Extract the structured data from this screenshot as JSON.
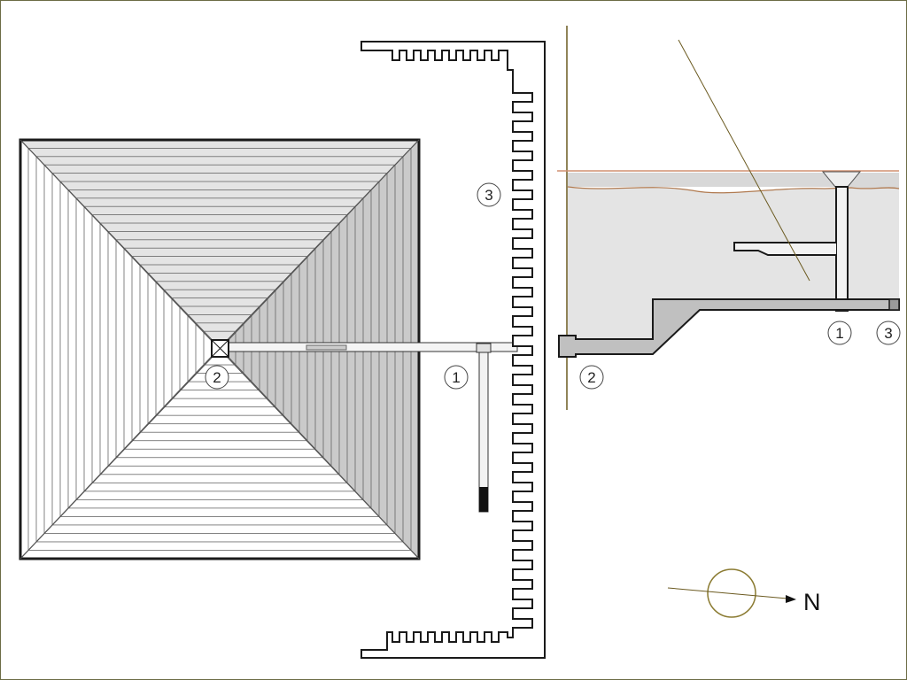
{
  "labels": {
    "plan_1": "1",
    "plan_2": "2",
    "plan_3": "3",
    "section_1": "1",
    "section_2": "2",
    "section_3": "3",
    "north": "N"
  },
  "colors": {
    "frame": "#6b6b45",
    "pyramid_light": "#ffffff",
    "pyramid_mid": "#e6e6e6",
    "pyramid_dark": "#c8c8c8",
    "outline": "#1a1a1a",
    "wall_line": "#8a7a40",
    "ground": "#e2e2e2",
    "passage": "#c0c0c0",
    "surface_line": "#d09070",
    "compass": "#8a7a30"
  }
}
